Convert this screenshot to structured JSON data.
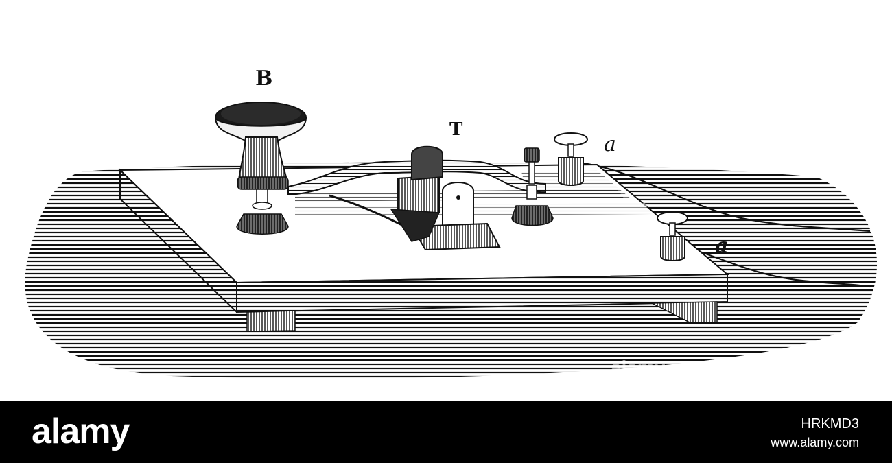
{
  "diagram": {
    "labels": {
      "button": "B",
      "lever": "T",
      "terminal_upper": "a",
      "terminal_lower": "a"
    },
    "colors": {
      "ink": "#111111",
      "paper": "#ffffff"
    }
  },
  "footer": {
    "background": "#000000",
    "brand": "alamy",
    "image_id": "HRKMD3",
    "url": "www.alamy.com"
  },
  "watermark": {
    "text": "alamy"
  }
}
